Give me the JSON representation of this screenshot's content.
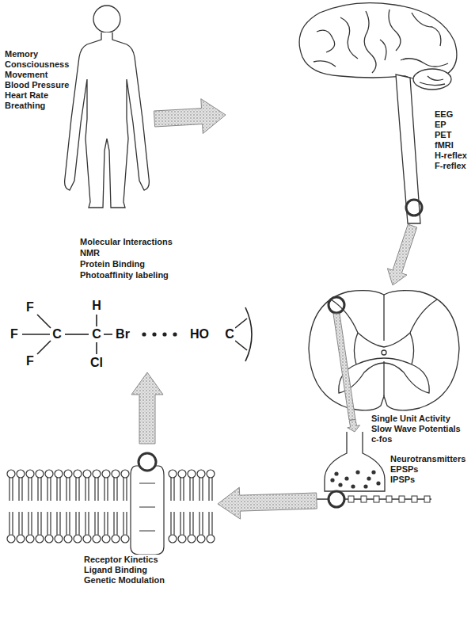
{
  "diagram": {
    "nodes": [
      {
        "text": [
          "Memory",
          "Consciousness",
          "Movement",
          "Blood Pressure",
          "Heart Rate",
          "Breathing"
        ]
      },
      {
        "text": [
          "EEG",
          "EP",
          "PET",
          "fMRI",
          "H-reflex",
          "F-reflex"
        ]
      },
      {
        "text": [
          "Single Unit Activity",
          "Slow Wave Potentials",
          "c-fos"
        ]
      },
      {
        "text": [
          "Neurotransmitters",
          "EPSPs",
          "IPSPs"
        ]
      },
      {
        "text": [
          "Receptor Kinetics",
          "Ligand Binding",
          "Genetic Modulation"
        ]
      },
      {
        "text": [
          "Molecular Interactions",
          "NMR",
          "Protein Binding",
          "Photoaffinity labeling"
        ]
      }
    ],
    "edges": [
      {
        "from": 0,
        "to": 1,
        "arrow": "to"
      },
      {
        "from": 1,
        "to": 2,
        "arrow": "to"
      },
      {
        "from": 2,
        "to": 3,
        "arrow": "to"
      },
      {
        "from": 3,
        "to": 4,
        "arrow": "to"
      },
      {
        "from": 4,
        "to": 5,
        "arrow": "to"
      }
    ],
    "labels": [
      "F",
      "F",
      "F",
      "C",
      "C",
      "H",
      "Br",
      "Cl",
      "HO",
      "C"
    ]
  }
}
